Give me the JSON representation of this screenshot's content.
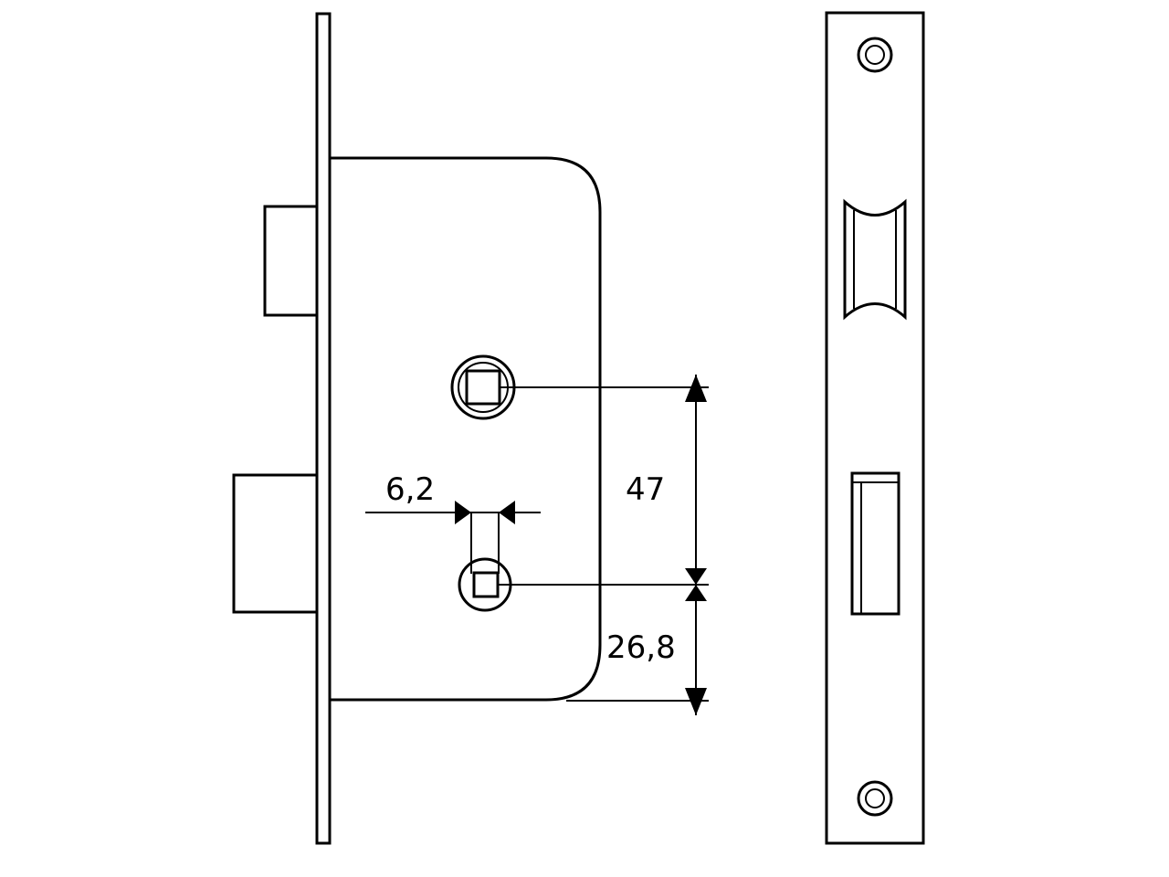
{
  "dimensions": {
    "backset_spacing": "47",
    "bottom_offset": "26,8",
    "key_width": "6,2"
  },
  "colors": {
    "line": "#000000",
    "background": "#ffffff"
  }
}
